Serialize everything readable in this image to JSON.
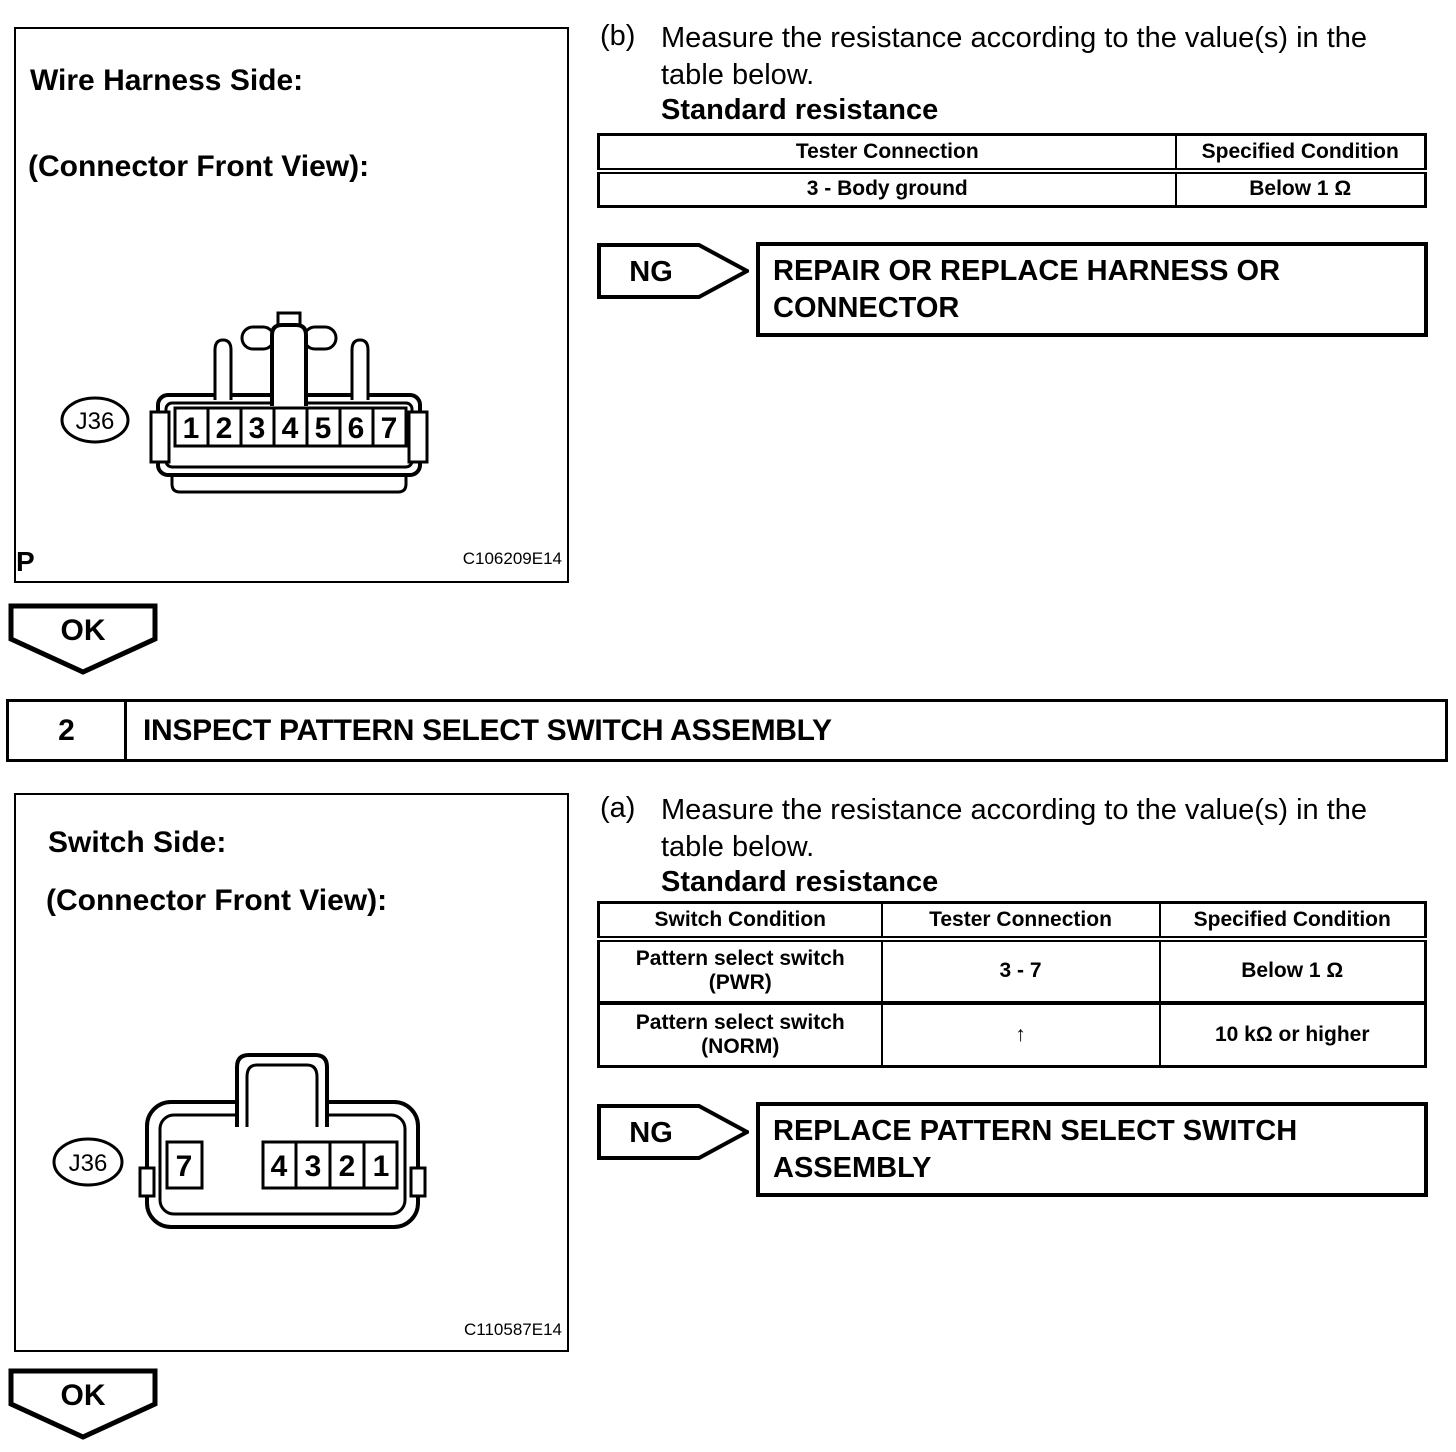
{
  "step1": {
    "figure": {
      "title_line1": "Wire Harness Side:",
      "title_line2": "(Connector Front View):",
      "connector_label": "J36",
      "pins": [
        "1",
        "2",
        "3",
        "4",
        "5",
        "6",
        "7"
      ],
      "page_marker": "P",
      "figure_code": "C106209E14"
    },
    "instruction_marker": "(b)",
    "instruction_text": "Measure the resistance according to the value(s) in the\ntable below.",
    "subheading": "Standard resistance",
    "table": {
      "headers": [
        "Tester Connection",
        "Specified Condition"
      ],
      "row": [
        "3 - Body ground",
        "Below 1 Ω"
      ]
    },
    "ng_label": "NG",
    "ng_action": "REPAIR OR REPLACE HARNESS OR\nCONNECTOR",
    "ok_label": "OK"
  },
  "step2": {
    "number": "2",
    "title": "INSPECT PATTERN SELECT SWITCH ASSEMBLY",
    "figure": {
      "title_line1": "Switch Side:",
      "title_line2": "(Connector Front View):",
      "connector_label": "J36",
      "pin_single": "7",
      "pin_group": [
        "4",
        "3",
        "2",
        "1"
      ],
      "figure_code": "C110587E14"
    },
    "instruction_marker": "(a)",
    "instruction_text": "Measure the resistance according to the value(s) in the\ntable below.",
    "subheading": "Standard resistance",
    "table": {
      "headers": [
        "Switch Condition",
        "Tester Connection",
        "Specified Condition"
      ],
      "rows": [
        [
          "Pattern select switch\n(PWR)",
          "3 - 7",
          "Below 1 Ω"
        ],
        [
          "Pattern select switch\n(NORM)",
          "↑",
          "10 kΩ or higher"
        ]
      ]
    },
    "ng_label": "NG",
    "ng_action": "REPLACE PATTERN SELECT SWITCH\nASSEMBLY",
    "ok_label": "OK"
  }
}
